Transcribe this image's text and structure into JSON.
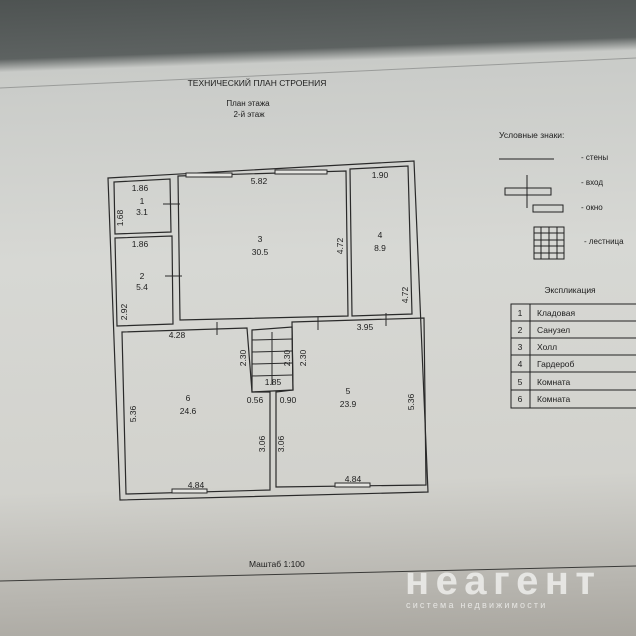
{
  "header": {
    "title": "ТЕХНИЧЕСКИЙ ПЛАН СТРОЕНИЯ",
    "subtitle": "План этажа",
    "floor": "2-й этаж"
  },
  "rooms": [
    {
      "num": "1",
      "area": "3.1",
      "dims": [
        "1.86",
        "1.68"
      ]
    },
    {
      "num": "2",
      "area": "5.4",
      "dims": [
        "1.86",
        "2.92"
      ]
    },
    {
      "num": "3",
      "area": "30.5",
      "dims": [
        "5.82",
        "4.72"
      ]
    },
    {
      "num": "4",
      "area": "8.9",
      "dims": [
        "1.90",
        "4.72"
      ]
    },
    {
      "num": "5",
      "area": "23.9",
      "dims": [
        "3.95",
        "5.36",
        "2.30",
        "0.90",
        "3.06",
        "4.84"
      ]
    },
    {
      "num": "6",
      "area": "24.6",
      "dims": [
        "4.28",
        "5.36",
        "2.30",
        "0.56",
        "3.06",
        "4.84"
      ]
    }
  ],
  "stair": {
    "dims": [
      "2.30",
      "1.85"
    ]
  },
  "legend": {
    "title": "Условные знаки:",
    "walls": "- стены",
    "entrance": "- вход",
    "window": "- окно",
    "stairs": "- лестница"
  },
  "explication": {
    "title": "Экспликация",
    "rows": [
      {
        "n": "1",
        "name": "Кладовая"
      },
      {
        "n": "2",
        "name": "Санузел"
      },
      {
        "n": "3",
        "name": "Холл"
      },
      {
        "n": "4",
        "name": "Гардероб"
      },
      {
        "n": "5",
        "name": "Комната"
      },
      {
        "n": "6",
        "name": "Комната"
      }
    ]
  },
  "scale": "Маштаб 1:100",
  "watermark": {
    "brand": "неагент",
    "tagline": "система недвижимости"
  }
}
